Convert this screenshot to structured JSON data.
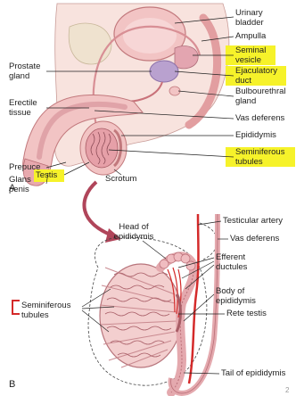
{
  "panel_a": {
    "letter": "A",
    "labels": {
      "urinary_bladder": "Urinary bladder",
      "ampulla": "Ampulla",
      "seminal_vesicle": "Seminal vesicle",
      "ejaculatory_duct": "Ejaculatory duct",
      "bulbourethral_gland": "Bulbourethral gland",
      "prostate_gland": "Prostate gland",
      "erectile_tissue": "Erectile tissue",
      "vas_deferens": "Vas deferens",
      "epididymis": "Epididymis",
      "prepuce": "Prepuce",
      "glans_penis": "Glans penis",
      "seminiferous_tubules": "Seminiferous tubules",
      "testis": "Testis",
      "scrotum": "Scrotum"
    },
    "highlighted": [
      "seminal_vesicle",
      "ejaculatory_duct",
      "seminiferous_tubules",
      "testis"
    ]
  },
  "panel_b": {
    "letter": "B",
    "labels": {
      "head_of_epididymis": "Head of epididymis",
      "testicular_artery": "Testicular artery",
      "vas_deferens": "Vas deferens",
      "efferent_ductules": "Efferent ductules",
      "body_of_epididymis": "Body of epididymis",
      "seminiferous_tubules": "Seminiferous tubules",
      "rete_testis": "Rete testis",
      "tail_of_epididymis": "Tail of epididymis"
    }
  },
  "page_number": "2",
  "colors": {
    "highlight": "#f6f22a",
    "tissue_pink": "#f2c4c4",
    "tissue_dark": "#d88f95",
    "artery_red": "#d42a2a",
    "gland_purple": "#b9a1cf",
    "leader_line": "#222222",
    "bracket_red": "#d42a2a"
  }
}
